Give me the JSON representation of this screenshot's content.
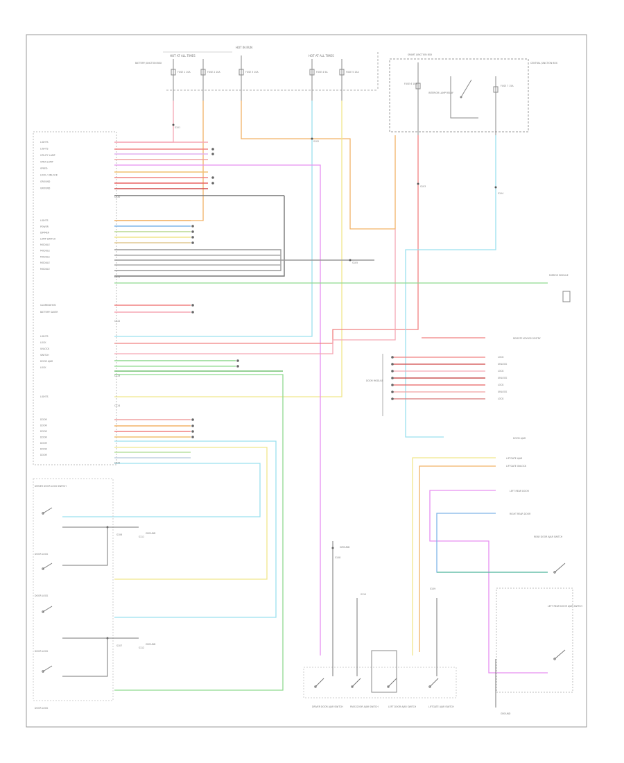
{
  "diagram": {
    "top_labels": {
      "hot_a": "HOT AT ALL TIMES",
      "hot_b": "HOT IN RUN",
      "hot_c": "HOT AT ALL TIMES",
      "battery_junction_box": "BATTERY JUNCTION BOX",
      "central_junction_box": "CENTRAL JUNCTION BOX",
      "smart_junction_box": "SMART JUNCTION BOX",
      "fuse_1": "FUSE 1 10A",
      "fuse_2": "FUSE 2 10A",
      "fuse_3": "FUSE 3 10A",
      "fuse_4": "FUSE 4 5A",
      "fuse_5": "FUSE 5 15A",
      "fuse_6": "FUSE 6 10A",
      "fuse_7": "FUSE 7 15A",
      "relay_label": "INTERIOR LAMP RELAY"
    },
    "module": {
      "groups": [
        [
          "LIGHTS",
          "LIGHTS",
          "UTILITY LAMP",
          "OPEN LAMP",
          "SPEED",
          "LOCK / UNLOCK",
          "GROUND",
          "GROUND"
        ],
        [
          "LIGHTS",
          "POWER",
          "DIMMER",
          "LAMP SWITCH",
          "MODULE",
          "MODULE",
          "MODULE",
          "MODULE",
          "MODULE"
        ],
        [
          "ILLUMINATION",
          "BATTERY SAVER"
        ],
        [
          "LIGHTS",
          "LOCK",
          "UNLOCK",
          "SWITCH",
          "DOOR AJAR",
          "LOCK"
        ],
        [
          "LIGHTS"
        ],
        [
          "DOOR",
          "DOOR",
          "DOOR",
          "DOOR",
          "DOOR",
          "DOOR",
          "DOOR"
        ]
      ],
      "connector_codes": [
        "C220",
        "C221",
        "C222",
        "C223",
        "C224",
        "C225"
      ]
    },
    "splice_labels": [
      "S101",
      "S102",
      "S103",
      "S104",
      "S105",
      "S106",
      "S107",
      "S108",
      "S109",
      "S110",
      "S111",
      "S112"
    ],
    "right_side": {
      "mirror_module": "MIRROR MODULE",
      "feature_list": [
        "REMOTE KEYLESS ENTRY",
        "LOCK",
        "UNLOCK",
        "LOCK",
        "UNLOCK",
        "LOCK",
        "UNLOCK",
        "LOCK"
      ],
      "feature_group_label": "DOOR MODULE",
      "door_ajar": "DOOR AJAR",
      "lock_labels": [
        "LIFTGATE AJAR",
        "LIFTGATE UNLOCK"
      ],
      "left_rear_door": "LEFT REAR DOOR",
      "right_rear_door": "RIGHT REAR DOOR",
      "rear_ajar_switch": "REAR DOOR AJAR SWITCH",
      "lr_ajar_switch": "LEFT REAR DOOR AJAR SWITCH",
      "ground": "GROUND"
    },
    "left_side": {
      "switch_labels": [
        "DRIVER DOOR LOCK SWITCH",
        "DOOR LOCK",
        "DOOR LOCK",
        "DOOR LOCK",
        "DOOR LOCK"
      ],
      "ground_labels": [
        "GROUND",
        "GROUND"
      ]
    },
    "bottom_labels": [
      "DRIVER DOOR AJAR SWITCH",
      "PASS DOOR AJAR SWITCH",
      "LEFT DOOR AJAR SWITCH",
      "LIFTGATE AJAR SWITCH"
    ],
    "center_ground": "GROUND"
  }
}
